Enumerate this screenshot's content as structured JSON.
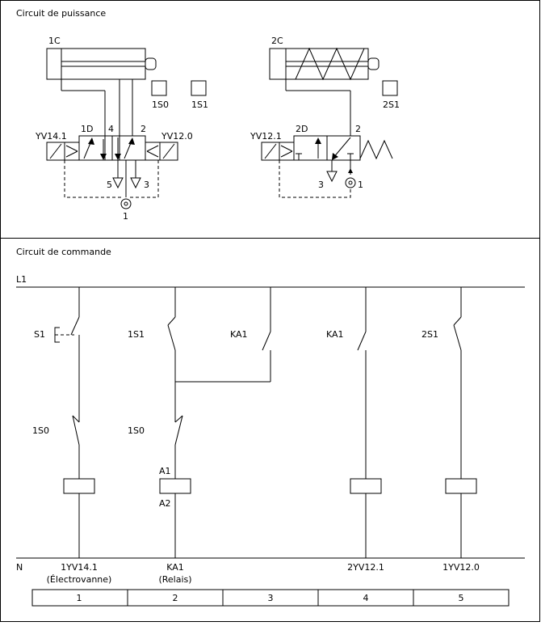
{
  "power_section": {
    "title": "Circuit de puissance",
    "cylinder_1": "1C",
    "cylinder_2": "2C",
    "sensor_1S0": "1S0",
    "sensor_1S1": "1S1",
    "sensor_2S1": "2S1",
    "valve_1": "1D",
    "valve_2": "2D",
    "coil_YV14_1": "YV14.1",
    "coil_YV12_0": "YV12.0",
    "coil_YV12_1": "YV12.1",
    "port_4": "4",
    "port_2a": "2",
    "port_5": "5",
    "port_3a": "3",
    "port_1a": "1",
    "port_2b": "2",
    "port_3b": "3",
    "port_1b": "1"
  },
  "control_section": {
    "title": "Circuit de commande",
    "line_L1": "L1",
    "line_N": "N",
    "switch_S1": "S1",
    "contact_1S1": "1S1",
    "contact_KA1_a": "KA1",
    "contact_KA1_b": "KA1",
    "contact_2S1": "2S1",
    "contact_1S0_a": "1S0",
    "contact_1S0_b": "1S0",
    "relay_A1": "A1",
    "relay_A2": "A2",
    "load_1": "1YV14.1",
    "load_1_desc": "(Électrovanne)",
    "load_2": "KA1",
    "load_2_desc": "(Relais)",
    "load_4": "2YV12.1",
    "load_5": "1YV12.0",
    "columns": [
      "1",
      "2",
      "3",
      "4",
      "5"
    ]
  }
}
